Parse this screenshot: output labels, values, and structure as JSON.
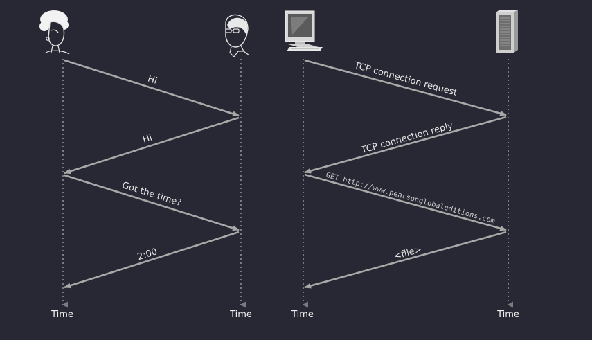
{
  "colors": {
    "background": "#272833",
    "arrow": "#a9a9a9",
    "timeline": "#7a7a80",
    "text": "#e6e6e6"
  },
  "human_protocol": {
    "left_party_icon": "woman-icon",
    "right_party_icon": "man-icon",
    "messages": [
      "Hi",
      "Hi",
      "Got the time?",
      "2:00"
    ],
    "time_labels": [
      "Time",
      "Time"
    ]
  },
  "network_protocol": {
    "client_icon": "computer-icon",
    "server_icon": "server-icon",
    "messages": [
      "TCP connection request",
      "TCP connection reply",
      "GET http://www.pearsonglobaleditions.com",
      "<file>"
    ],
    "time_labels": [
      "Time",
      "Time"
    ]
  }
}
